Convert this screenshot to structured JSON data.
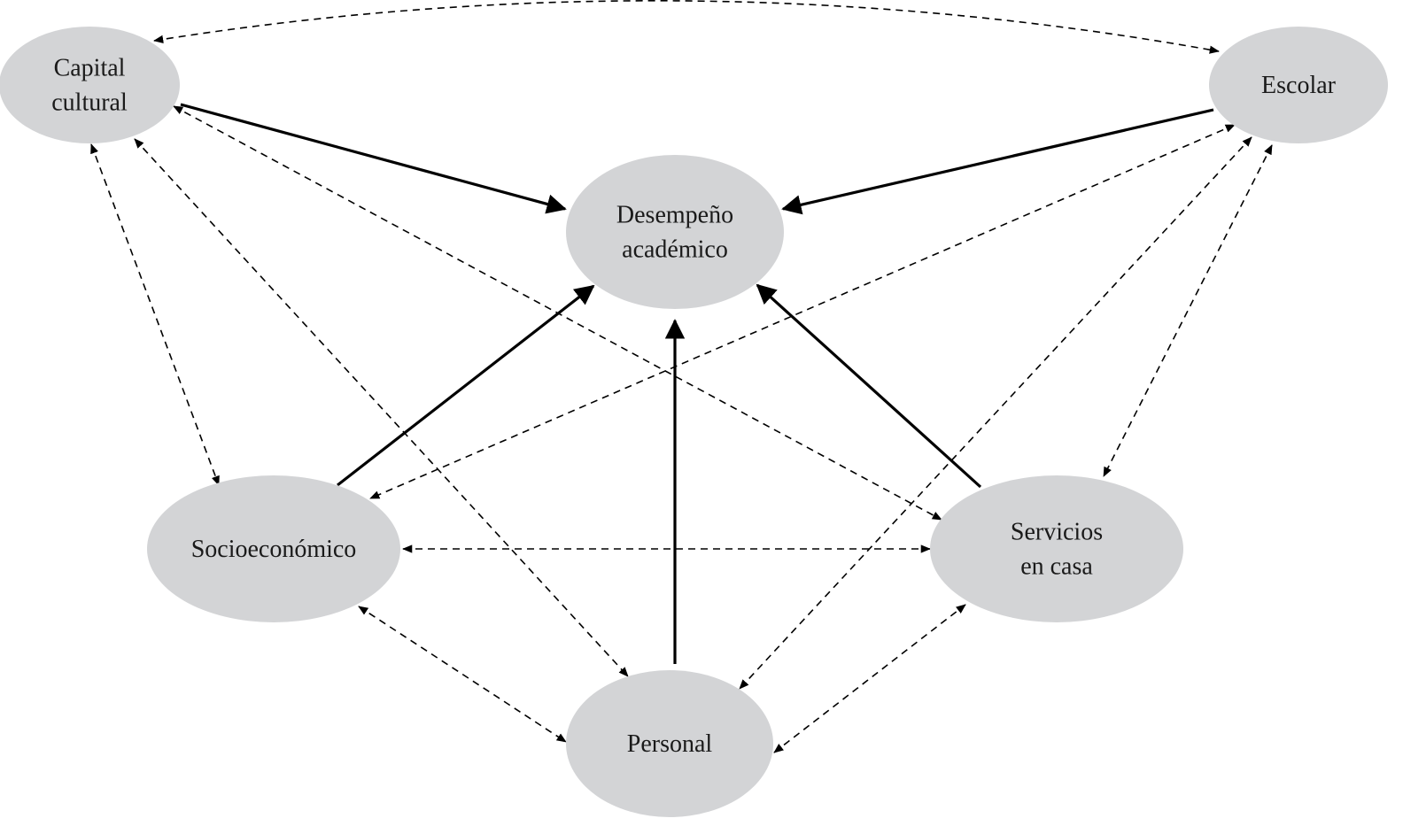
{
  "nodes": [
    {
      "id": "capital",
      "lines": [
        "Capital",
        "cultural"
      ]
    },
    {
      "id": "escolar",
      "lines": [
        "Escolar"
      ]
    },
    {
      "id": "desempeno",
      "lines": [
        "Desempeño",
        "académico"
      ]
    },
    {
      "id": "socio",
      "lines": [
        "Socioeconómico"
      ]
    },
    {
      "id": "servicios",
      "lines": [
        "Servicios",
        "en casa"
      ]
    },
    {
      "id": "personal",
      "lines": [
        "Personal"
      ]
    }
  ],
  "edges": [
    {
      "from": "capital",
      "to": "desempeno",
      "style": "solid",
      "direction": "forward"
    },
    {
      "from": "escolar",
      "to": "desempeno",
      "style": "solid",
      "direction": "forward"
    },
    {
      "from": "socio",
      "to": "desempeno",
      "style": "solid",
      "direction": "forward"
    },
    {
      "from": "personal",
      "to": "desempeno",
      "style": "solid",
      "direction": "forward"
    },
    {
      "from": "servicios",
      "to": "desempeno",
      "style": "solid",
      "direction": "forward"
    },
    {
      "from": "capital",
      "to": "escolar",
      "style": "dashed",
      "direction": "both"
    },
    {
      "from": "capital",
      "to": "socio",
      "style": "dashed",
      "direction": "both"
    },
    {
      "from": "capital",
      "to": "personal",
      "style": "dashed",
      "direction": "both"
    },
    {
      "from": "capital",
      "to": "servicios",
      "style": "dashed",
      "direction": "both"
    },
    {
      "from": "escolar",
      "to": "socio",
      "style": "dashed",
      "direction": "both"
    },
    {
      "from": "escolar",
      "to": "personal",
      "style": "dashed",
      "direction": "both"
    },
    {
      "from": "escolar",
      "to": "servicios",
      "style": "dashed",
      "direction": "both"
    },
    {
      "from": "socio",
      "to": "servicios",
      "style": "dashed",
      "direction": "both"
    },
    {
      "from": "socio",
      "to": "personal",
      "style": "dashed",
      "direction": "both"
    },
    {
      "from": "personal",
      "to": "servicios",
      "style": "dashed",
      "direction": "both"
    }
  ]
}
